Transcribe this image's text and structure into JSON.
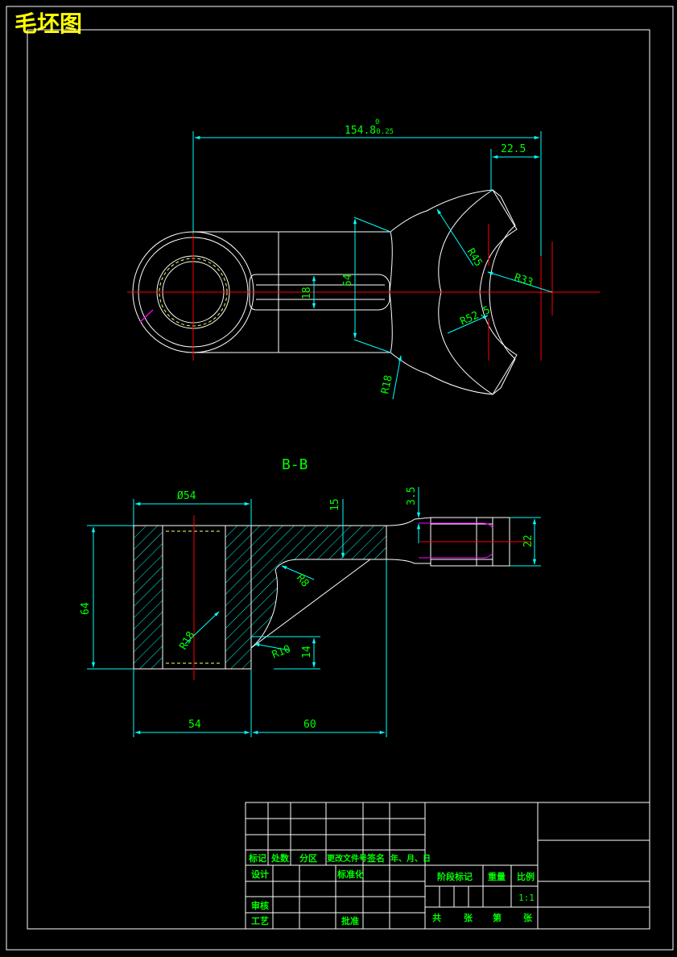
{
  "title": "毛坯图",
  "section_label": "B-B",
  "colors": {
    "background": "#000000",
    "outline": "#ffffff",
    "dimension": "#00ffff",
    "dim_text": "#00ff00",
    "center_line": "#ff0000",
    "hidden_line": "#ff00ff",
    "title_text": "#ffff00",
    "hatch": "#00ffff"
  },
  "top_view": {
    "dims": {
      "overall_length": "154.8",
      "tol_upper": "0",
      "tol_lower": "-0.25",
      "tip_width": "22.5",
      "web_height": "54",
      "slot_width": "18",
      "r45": "R45",
      "r33": "R33",
      "r52": "R52.5",
      "r18": "R18"
    }
  },
  "section_view": {
    "dims": {
      "hub_dia": "Ø54",
      "height": "64",
      "top_thickness": "15",
      "fork_gap": "3.5",
      "fork_thickness": "22",
      "r8": "R8",
      "r18": "R18",
      "r10": "R10",
      "d14": "14",
      "w54": "54",
      "w60": "60"
    }
  },
  "title_block": {
    "header_row": [
      "标记",
      "处数",
      "分区",
      "更改文件号",
      "签名",
      "年、月、日"
    ],
    "design": "设计",
    "standardize": "标准化",
    "review": "审核",
    "process": "工艺",
    "approve": "批准",
    "stage_mark": "阶段标记",
    "weight": "重量",
    "scale": "比例",
    "scale_value": "1:1",
    "total": "共",
    "sheets": "张",
    "num": "第",
    "page": "张"
  }
}
